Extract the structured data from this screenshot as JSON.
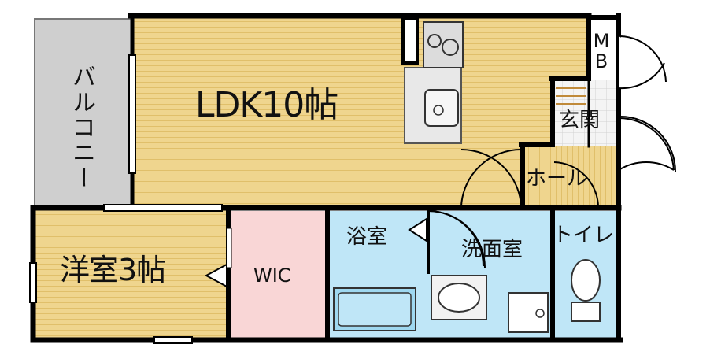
{
  "rooms": {
    "ldk": "LDK10帖",
    "balcony": "バルコニー",
    "western": "洋室3帖",
    "wic": "WIC",
    "bath": "浴室",
    "washroom": "洗面室",
    "toilet": "トイレ",
    "entrance": "玄関",
    "hall": "ホール",
    "mb_top": "M",
    "mb_bottom": "B"
  },
  "colors": {
    "floor_wood": "#efd58e",
    "balcony_gray": "#cfcfcf",
    "wic_pink": "#f9d6d6",
    "wet_blue": "#bfe6f7",
    "wall": "#000000"
  }
}
